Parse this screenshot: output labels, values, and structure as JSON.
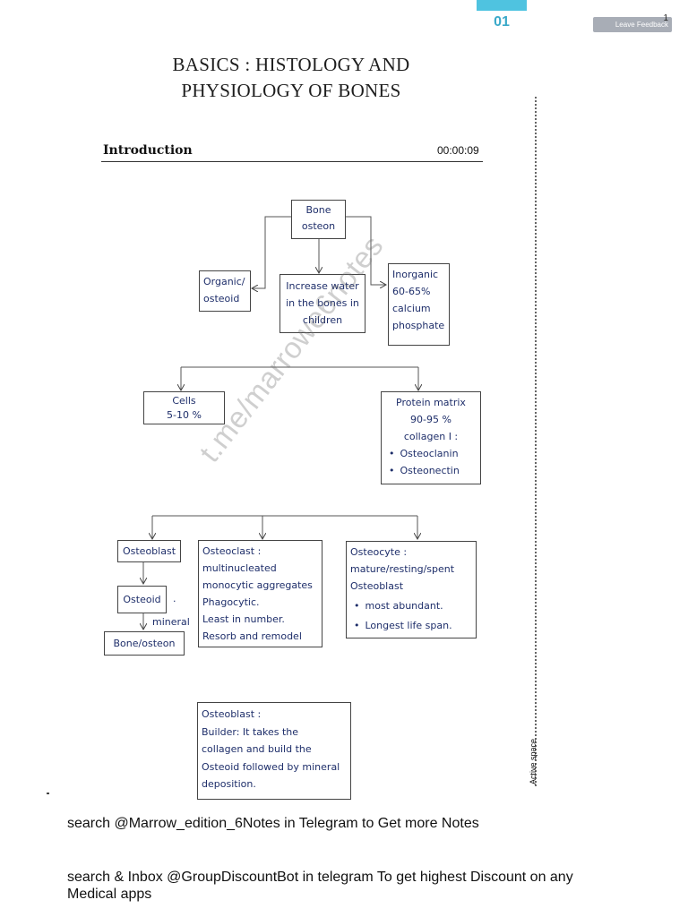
{
  "header": {
    "page_number": "01",
    "feedback_label": "Leave Feedback",
    "corner_number": "1"
  },
  "document": {
    "title_line1": "BASICS : HISTOLOGY AND",
    "title_line2": "PHYSIOLOGY OF BONES",
    "section_heading": "Introduction",
    "timestamp": "00:00:09",
    "side_label": "Active space"
  },
  "flowchart": {
    "bone": [
      "Bone",
      "osteon"
    ],
    "organic": [
      "Organic/",
      "osteoid"
    ],
    "water": [
      "Increase water",
      "in the bones in",
      "children"
    ],
    "inorganic": [
      "Inorganic",
      "60-65%",
      "calcium",
      "phosphate"
    ],
    "cells": [
      "Cells",
      "5-10 %"
    ],
    "protein": {
      "lines": [
        "Protein matrix",
        "90-95 %",
        "collagen I :"
      ],
      "bullets": [
        "Osteoclanin",
        "Osteonectin"
      ]
    },
    "osteoblast": "Osteoblast",
    "osteoid": "Osteoid",
    "dot_mark": ".",
    "mineral": "mineral",
    "bone_osteon": "Bone/osteon",
    "osteoclast": [
      "Osteoclast :",
      "multinucleated",
      "monocytic aggregates",
      "Phagocytic.",
      "Least in number.",
      "Resorb and remodel"
    ],
    "osteocyte": {
      "lines": [
        "Osteocyte :",
        "mature/resting/spent",
        "Osteoblast"
      ],
      "bullets": [
        "most abundant.",
        "Longest life span."
      ]
    },
    "osteoblast_note": [
      "Osteoblast :",
      "Builder: It takes the",
      "collagen and build the",
      "Osteoid followed by mineral",
      "deposition."
    ]
  },
  "watermark": "t.me/marrowe6notes",
  "footer": {
    "line1": "search @Marrow_edition_6Notes in Telegram to Get more Notes",
    "line2": "search & Inbox @GroupDiscountBot in telegram To get highest Discount on any Medical apps"
  }
}
